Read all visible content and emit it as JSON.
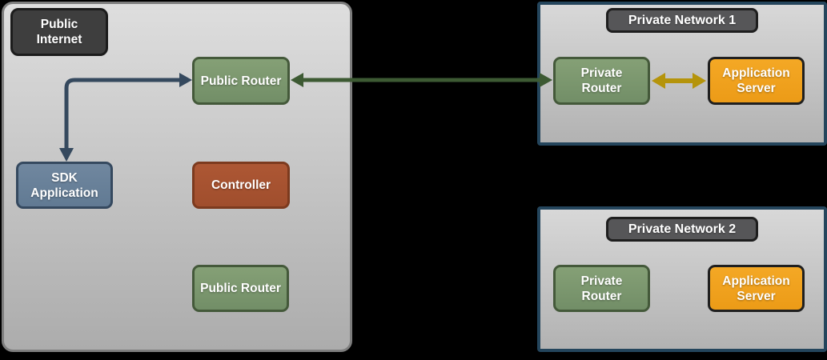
{
  "diagram": {
    "zones": {
      "public_internet": {
        "label": "Public Internet",
        "nodes": {
          "public_router_top": {
            "label": "Public Router",
            "color": "green"
          },
          "sdk_application": {
            "label": "SDK Application",
            "color": "blue"
          },
          "controller": {
            "label": "Controller",
            "color": "rust"
          },
          "public_router_bottom": {
            "label": "Public Router",
            "color": "green"
          }
        }
      },
      "private_network_1": {
        "title": "Private Network 1",
        "nodes": {
          "private_router": {
            "label": "Private Router",
            "color": "green"
          },
          "application_server": {
            "label": "Application Server",
            "color": "orange"
          }
        }
      },
      "private_network_2": {
        "title": "Private Network 2",
        "nodes": {
          "private_router": {
            "label": "Private Router",
            "color": "green"
          },
          "application_server": {
            "label": "Application Server",
            "color": "orange"
          }
        }
      }
    },
    "connections": [
      {
        "from": "sdk_application",
        "to": "public_router_top",
        "shape": "elbow",
        "bidirectional": true,
        "color_key": "arrow_navy"
      },
      {
        "from": "public_router_top",
        "to": "private_network_1.private_router",
        "shape": "straight",
        "bidirectional": true,
        "color_key": "arrow_green"
      },
      {
        "from": "private_network_1.private_router",
        "to": "private_network_1.application_server",
        "shape": "straight",
        "bidirectional": true,
        "color_key": "arrow_gold"
      }
    ]
  },
  "colors": {
    "background": "#000000",
    "zone_fill_top": "#dedede",
    "zone_fill_bottom": "#acacac",
    "zone_border_gray": "#7e7e7e",
    "panel_border_navy": "#24455c",
    "label_dark": "#3e3e3e",
    "label_title": "#565658",
    "node_green": "#7d9770",
    "node_green_border": "#44593a",
    "node_blue": "#68809a",
    "node_blue_border": "#35495f",
    "node_rust": "#a85331",
    "node_rust_border": "#7c3a1e",
    "node_orange": "#f0a01e",
    "node_orange_border": "#1f1f1f",
    "arrow_navy": "#35495e",
    "arrow_green": "#3d5a33",
    "arrow_gold": "#b5940b"
  }
}
